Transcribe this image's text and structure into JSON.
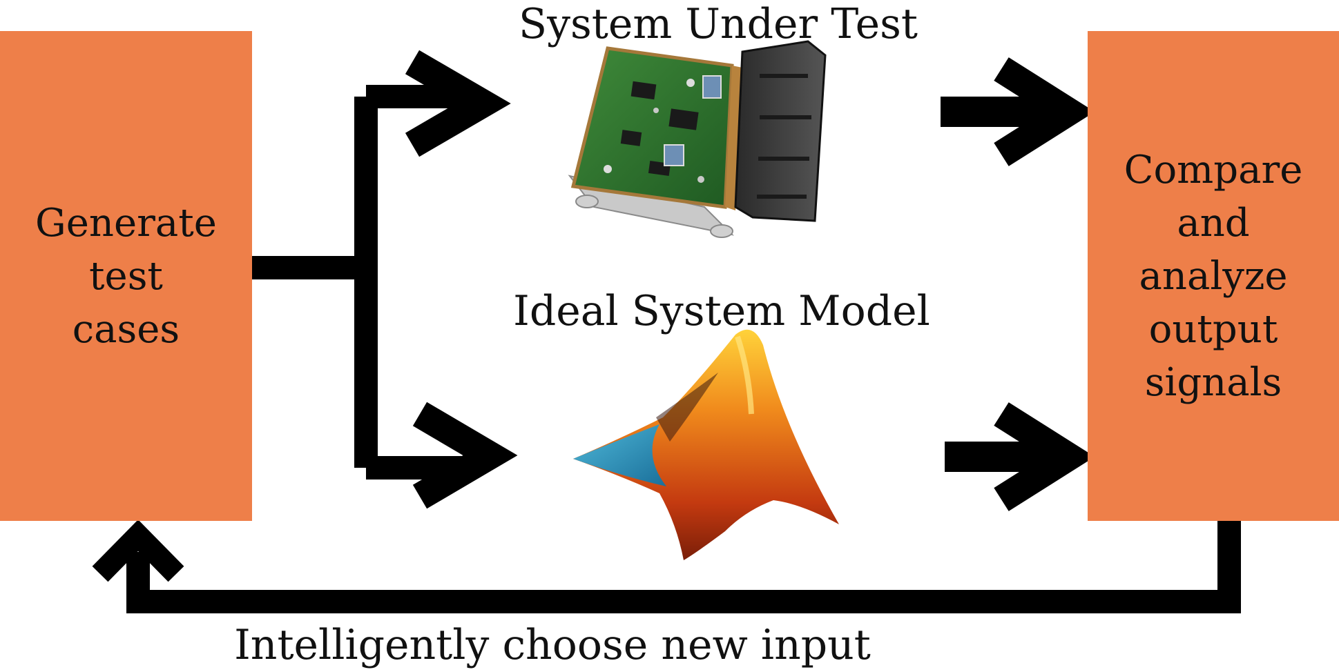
{
  "generate_box": {
    "lines": [
      "Generate",
      "test",
      "cases"
    ]
  },
  "compare_box": {
    "lines": [
      "Compare",
      "and",
      "analyze",
      "output",
      "signals"
    ]
  },
  "system_under_test": {
    "caption": "System Under Test",
    "icon": "ecu-circuit-board-icon"
  },
  "ideal_model": {
    "caption": "Ideal System Model",
    "icon": "matlab-membrane-logo-icon"
  },
  "feedback": {
    "caption": "Intelligently choose new input"
  },
  "colors": {
    "box_fill": "#ee7f49",
    "arrow": "#000000",
    "text": "#111111"
  }
}
